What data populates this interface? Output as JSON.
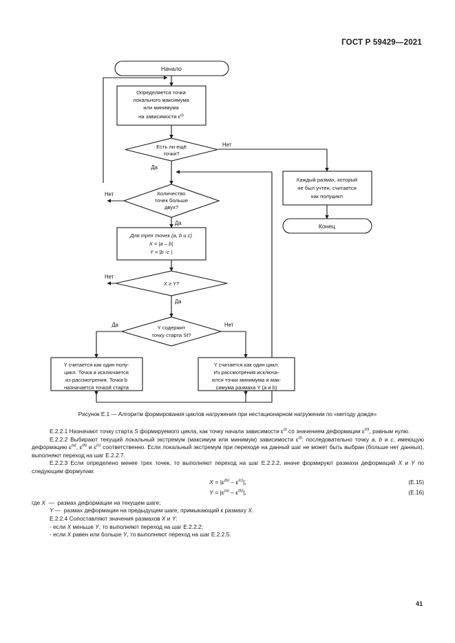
{
  "document": {
    "header": "ГОСТ Р 59429—2021",
    "page_number": "41"
  },
  "figure": {
    "caption": "Рисунок Е.1 — Алгоритм формирования циклов нагружения при нестационарном нагружении по «методу дождя»",
    "nodes": {
      "start": "Начало",
      "end": "Конец",
      "process_find_point": [
        "Определяется точка",
        "локального максимума",
        "или минимума",
        "на зависимости ε"
      ],
      "process_find_point_sup": "(i)",
      "decision_more_points": [
        "Есть ли ещё",
        "точки?"
      ],
      "decision_count_more_than_two": [
        "Количество",
        "точек больше",
        "двух?"
      ],
      "process_three_points": [
        "Для трех точек (a, b и c)",
        "X = |a – b|",
        "Y = |b -c |"
      ],
      "decision_x_ge_y": "X ≥ Y?",
      "decision_contains_start": [
        "Y содержит",
        "точку старта St?"
      ],
      "result_half_cycle": [
        "Y считается как один полу-",
        "цикл. Точка a исключается",
        "из рассмотрения. Точка b",
        "назначается точкой старта"
      ],
      "result_full_cycle": [
        "Y считается как один цикл.",
        "Из рассмотрения исключа-",
        "ются точки минимума и мак-",
        "симума размаха Y (a и b)"
      ],
      "result_unaccounted": [
        "Каждый размах, который",
        "не был учтен, считается",
        "как полуцикл"
      ]
    },
    "edge_labels": {
      "yes": "Да",
      "no": "Нет"
    }
  },
  "body": {
    "p1_prefix": "Е.2.2.1",
    "p1": "Назначают точку старта S формируемого цикла, как точку начала зависимости ε(i) со значением деформации ε(0), равным нулю.",
    "p2_prefix": "Е.2.2.2",
    "p2": "Выбирают текущий локальный экстремум (максимум или минимум) зависимости ε(i): последовательно точку a, b и c, имеющую деформацию ε(a), ε(b) и ε(c) соответственно. Если локальный экстремум при переходе на данный шаг не может быть выбран (больше нет данных), выполняют переход на шаг Е.2.2.7.",
    "p3_prefix": "Е.2.2.3",
    "p3": "Если определено менее трех точек, то выполняют переход на шаг Е.2.2.2, иначе формируют размахи деформаций X и Y по следующим формулам:",
    "formula_1": "X = |ε(b) – ε(c)|,",
    "formula_1_number": "(Е.15)",
    "formula_2": "Y = |ε(a) – ε(b)|,",
    "formula_2_number": "(Е.16)",
    "where_lead": "где",
    "where_x": "X  —  размах деформации на текущем шаге;",
    "where_y": "Y —  размах деформации на предыдущем шаге, примыкающий к размаху X.",
    "p4_prefix": "Е.2.2.4",
    "p4": "Сопоставляют значения размахов X и Y:",
    "bullet_1": "- если X меньше Y, то выполняют переход на шаг Е.2.2.2;",
    "bullet_2": "- если X равен или больше Y, то выполняют переход на шаг Е.2.2.5."
  }
}
